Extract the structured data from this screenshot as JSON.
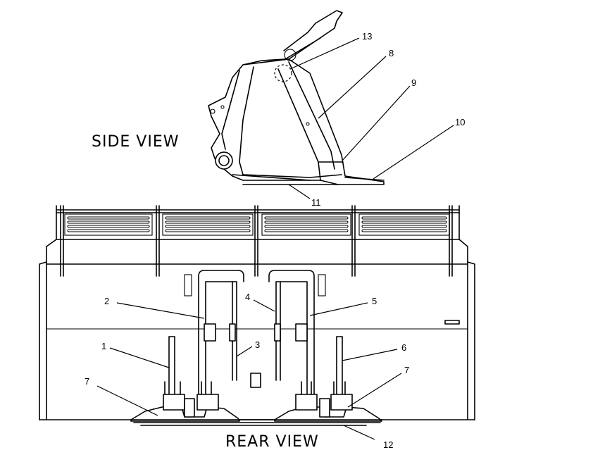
{
  "titles": {
    "side_view": "SIDE  VIEW",
    "rear_view": "REAR  VIEW"
  },
  "callouts": [
    "1",
    "2",
    "3",
    "4",
    "5",
    "6",
    "7",
    "7",
    "8",
    "9",
    "10",
    "11",
    "12",
    "13"
  ]
}
